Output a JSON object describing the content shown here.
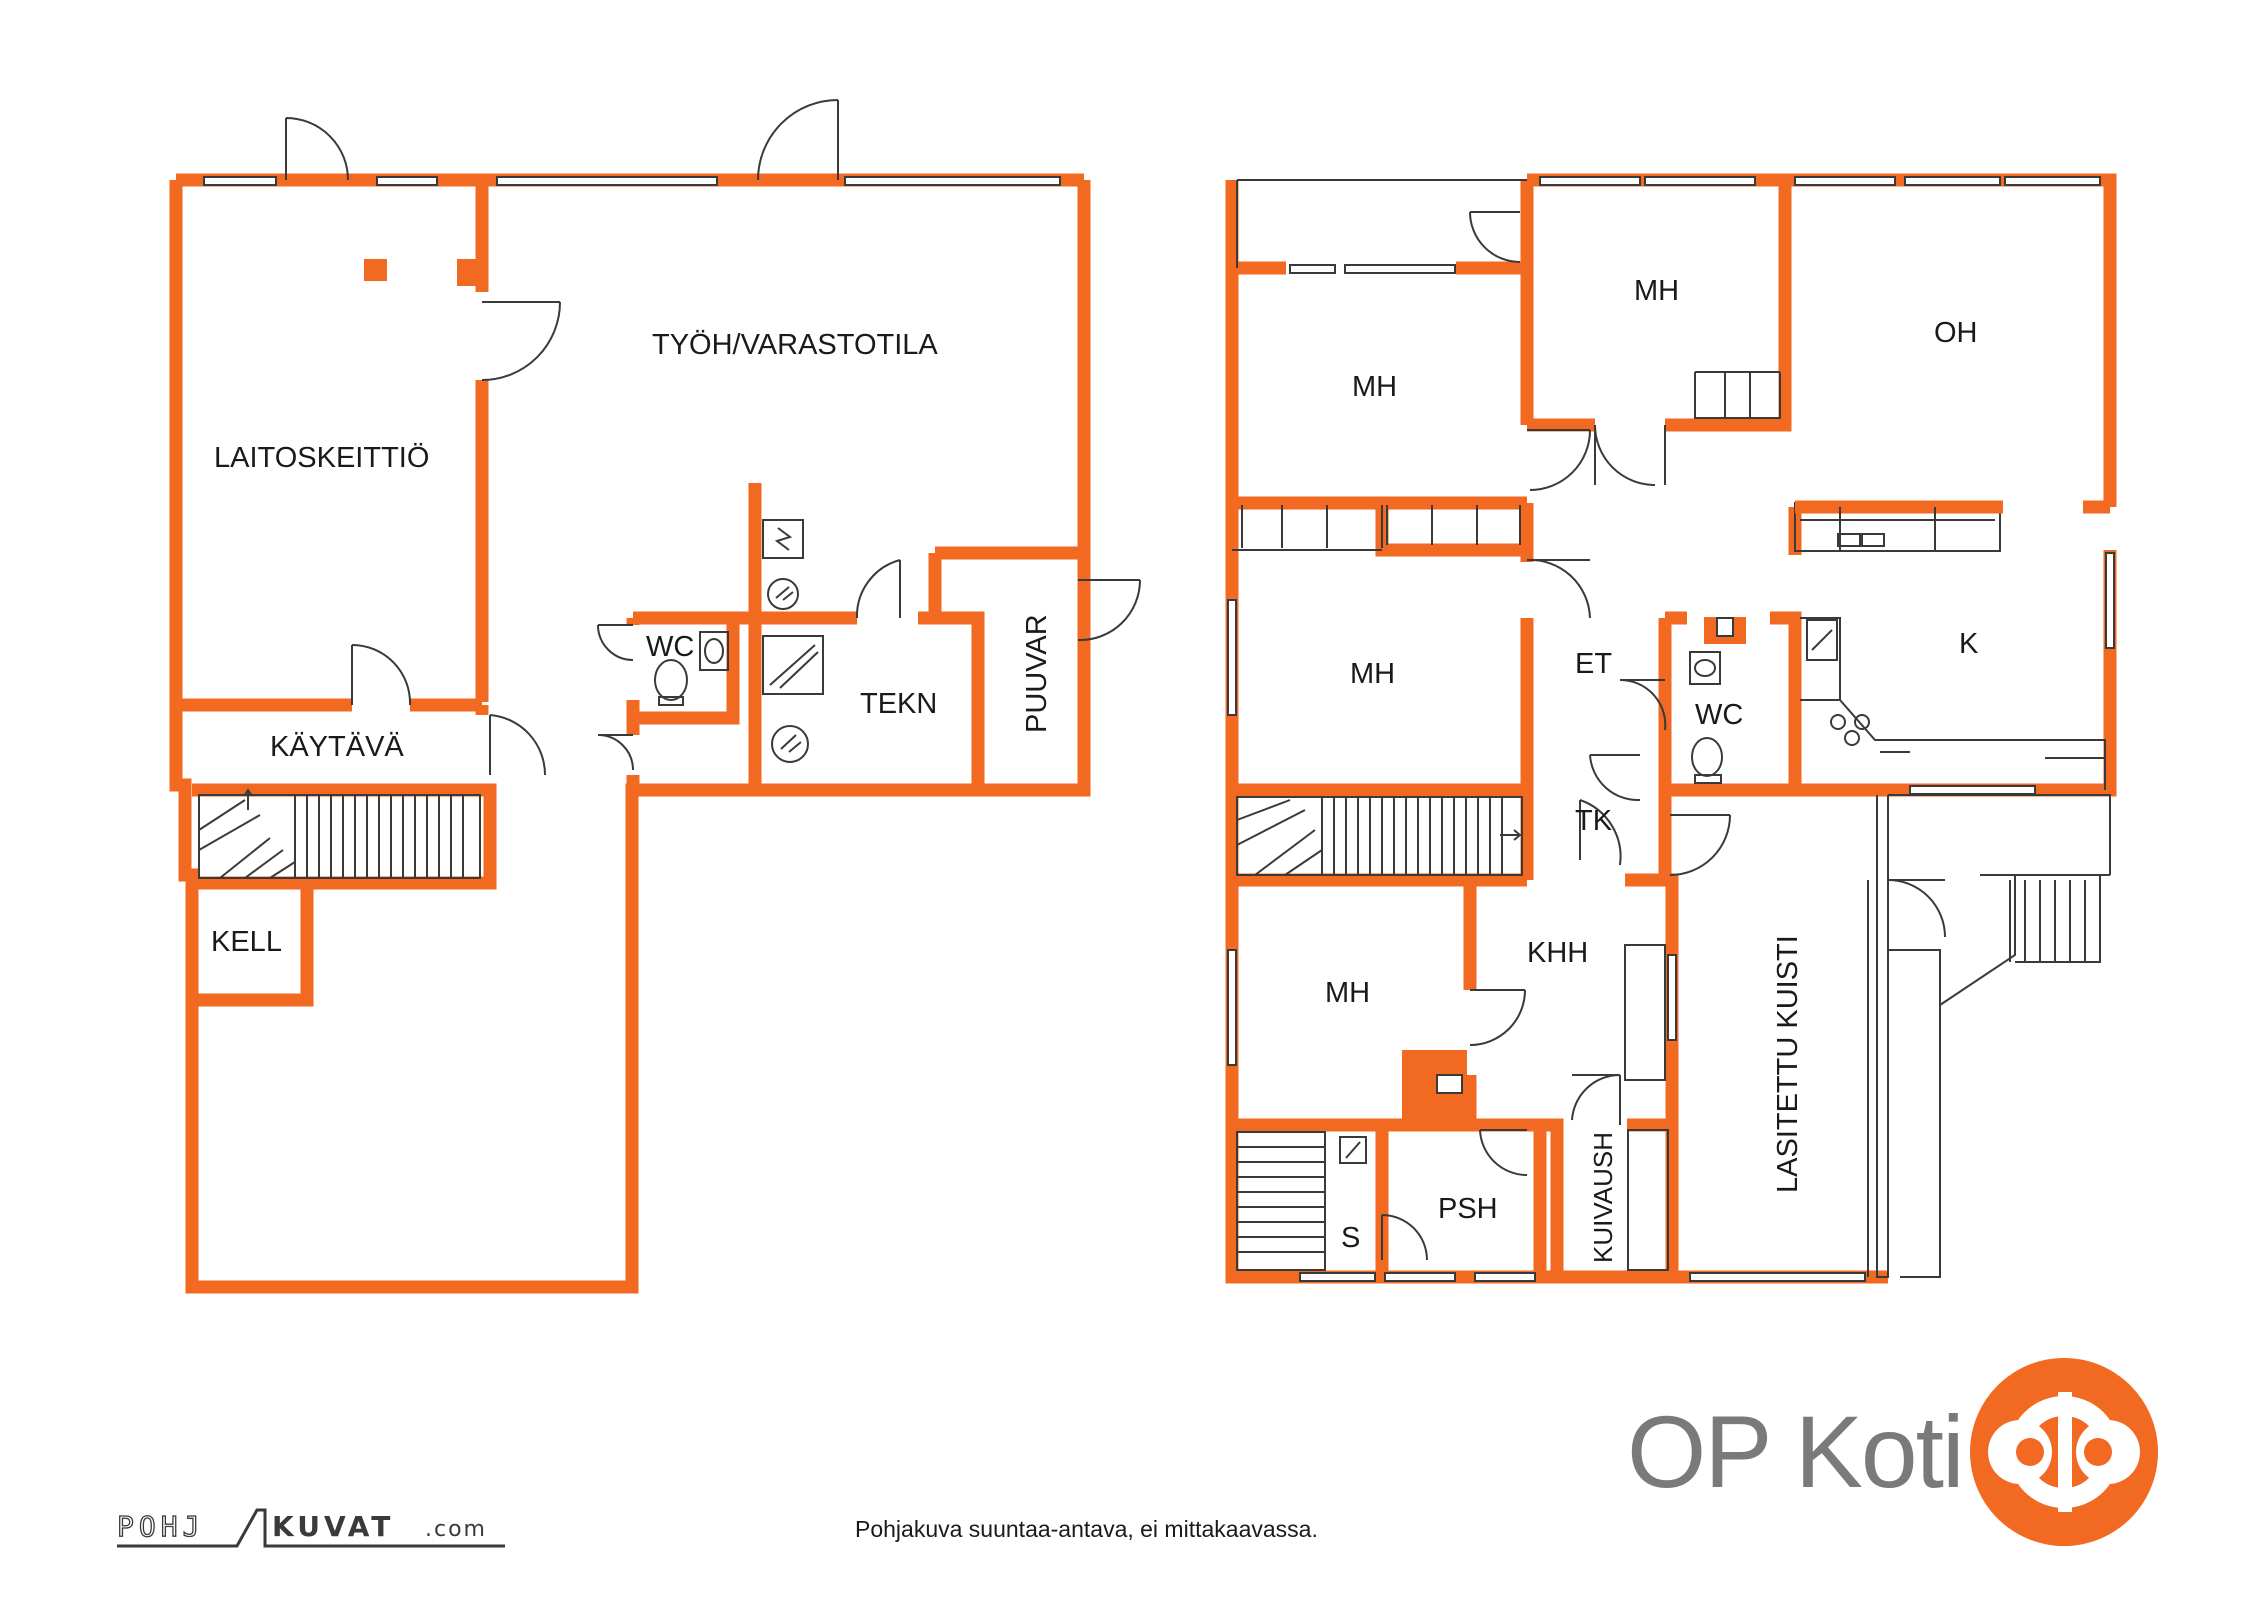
{
  "lower_floor": {
    "rooms": {
      "tyoh_varastotila": "TYÖH/VARASTOTILA",
      "laitoskeittio": "LAITOSKEITTIÖ",
      "kaytava": "KÄYTÄVÄ",
      "wc": "WC",
      "tekn": "TEKN",
      "puuvar": "PUUVAR",
      "kell": "KELL"
    }
  },
  "upper_floor": {
    "rooms": {
      "mh_top_left": "MH",
      "mh_top_center": "MH",
      "oh": "OH",
      "mh_middle": "MH",
      "et": "ET",
      "k": "K",
      "wc": "WC",
      "tk": "TK",
      "khh": "KHH",
      "mh_bottom": "MH",
      "psh": "PSH",
      "s": "S",
      "kuivaush": "KUIVAUSH",
      "lasitettu_kuisti": "LASITETTU KUISTI"
    }
  },
  "footer": {
    "note": "Pohjakuva suuntaa-antava, ei mittakaavassa.",
    "pohjakuvat_logo_text": "POHJAKUVAT.com",
    "op_koti_logo_text": "OP Koti"
  },
  "colors": {
    "wall": "#f26a21",
    "line": "#3a3a3a",
    "text": "#1a1a1a",
    "logo_grey": "#7a7a7a",
    "logo_orange": "#f26a21"
  }
}
